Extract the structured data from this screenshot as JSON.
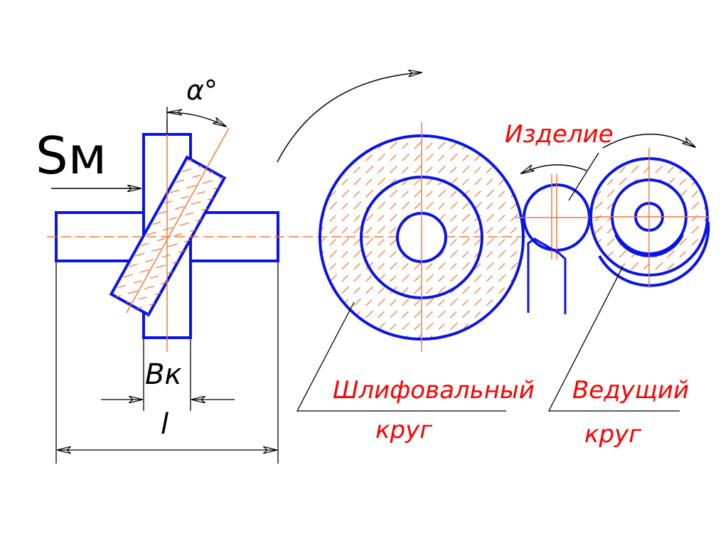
{
  "labels": {
    "feed": "Sм",
    "angle": "α°",
    "width": "Вк",
    "length": "l",
    "workpiece": "Изделие",
    "grinding_wheel_line1": "Шлифовальный",
    "grinding_wheel_line2": "круг",
    "drive_wheel_line1": "Ведущий",
    "drive_wheel_line2": "круг"
  },
  "colors": {
    "outline": "#0a14e6",
    "hatch": "#f07838",
    "axis": "#f07838",
    "red_text": "#ff0000",
    "ink": "#000000"
  }
}
